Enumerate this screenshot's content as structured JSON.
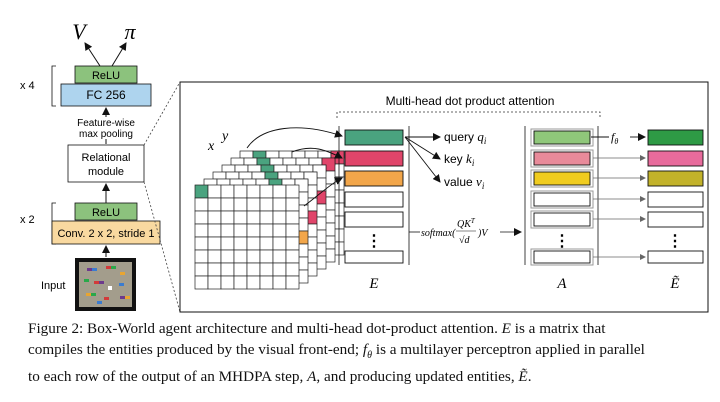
{
  "left_column": {
    "output_v": "V",
    "output_pi": "π",
    "repeat_top": "x 4",
    "relu_top": "ReLU",
    "fc": "FC 256",
    "pooling_line1": "Feature-wise",
    "pooling_line2": "max pooling",
    "relational_line1": "Relational",
    "relational_line2": "module",
    "repeat_bottom": "x 2",
    "relu_bottom": "ReLU",
    "conv": "Conv. 2 x 2, stride 1",
    "input": "Input"
  },
  "attention_panel": {
    "title": "Multi-head dot product attention",
    "axis_x": "x",
    "axis_y": "y",
    "query": "query",
    "query_sub": "q",
    "query_idx": "i",
    "key": "key",
    "key_sub": "k",
    "key_idx": "i",
    "value": "value",
    "value_sub": "v",
    "value_idx": "i",
    "formula_prefix": "softmax(",
    "formula_num": "QK",
    "formula_sup": "T",
    "formula_den": "√d",
    "formula_suffix": ")V",
    "f_theta": "f",
    "f_theta_sub": "θ",
    "label_E": "E",
    "label_A": "A",
    "label_Etilde": "Ẽ",
    "colors": {
      "green": "#4aa37f",
      "red": "#e0456a",
      "orange": "#f2a64a",
      "light_green": "#8fc77a",
      "pink": "#e88a9a",
      "yellow": "#f0cc1f",
      "dark_green": "#2e9a45",
      "pink_out": "#e86b9c",
      "olive": "#c2b22a",
      "fc_blue": "#aed4ee",
      "conv_orange": "#f9d9a0",
      "relu_green": "#8cc27d"
    }
  },
  "caption": {
    "line1_a": "Figure 2: Box-World agent architecture and multi-head dot-product attention. ",
    "line1_E": "E",
    "line1_b": " is a matrix that",
    "line2_a": "compiles the entities produced by the visual front-end; ",
    "line2_f": "f",
    "line2_theta": "θ",
    "line2_b": " is a multilayer perceptron applied in parallel",
    "line3_a": "to each row of the output of an MHDPA step, ",
    "line3_A": "A",
    "line3_b": ", and producing updated entities, ",
    "line3_E": "Ẽ",
    "line3_c": "."
  }
}
